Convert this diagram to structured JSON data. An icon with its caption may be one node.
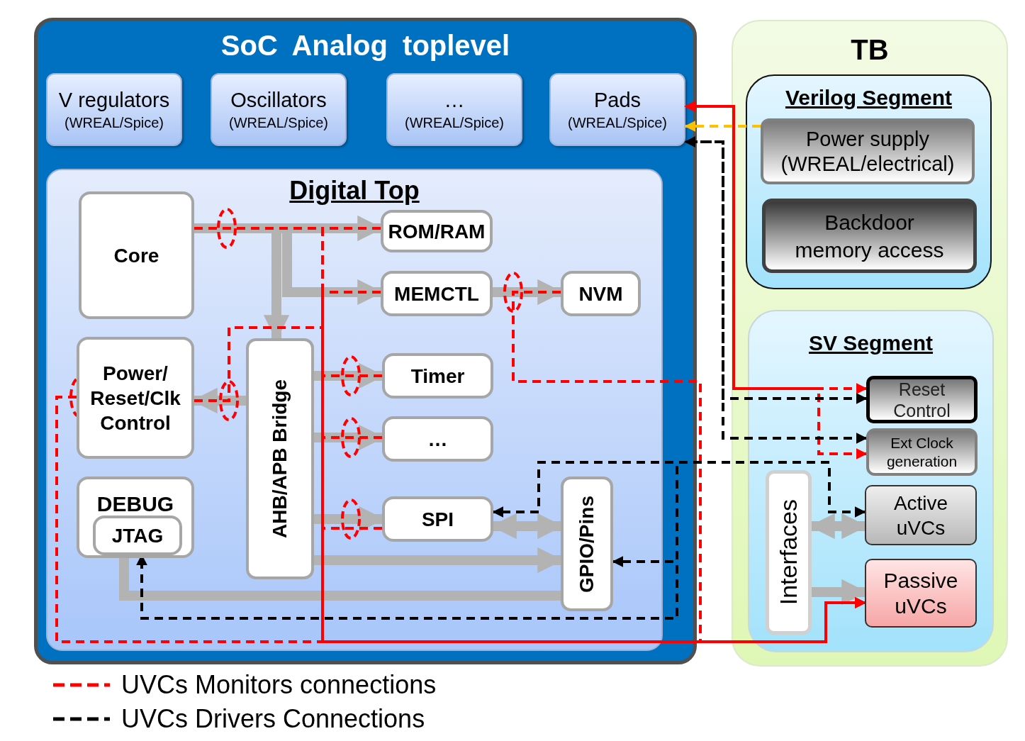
{
  "diagram": {
    "nodes": [
      {
        "text": [
          "SoC Analog toplevel"
        ]
      },
      {
        "text": [
          "V regulators",
          "(WREAL/Spice)"
        ],
        "in": 0
      },
      {
        "text": [
          "Oscillators",
          "(WREAL/Spice)"
        ],
        "in": 0
      },
      {
        "text": [
          "…",
          "(WREAL/Spice)"
        ],
        "in": 0
      },
      {
        "text": [
          "Pads",
          "(WREAL/Spice)"
        ],
        "in": 0
      },
      {
        "text": [
          "Digital Top"
        ],
        "in": 0
      },
      {
        "text": [
          "Core"
        ],
        "in": 5
      },
      {
        "text": [
          "ROM/RAM"
        ],
        "in": 5
      },
      {
        "text": [
          "MEMCTL"
        ],
        "in": 5
      },
      {
        "text": [
          "NVM"
        ],
        "in": 5
      },
      {
        "text": [
          "Power/ Reset/Clk Control"
        ],
        "in": 5
      },
      {
        "text": [
          "AHB/APB Bridge"
        ],
        "in": 5
      },
      {
        "text": [
          "Timer"
        ],
        "in": 5
      },
      {
        "text": [
          "…"
        ],
        "in": 5
      },
      {
        "text": [
          "SPI"
        ],
        "in": 5
      },
      {
        "text": [
          "GPIO/Pins"
        ],
        "in": 5
      },
      {
        "text": [
          "DEBUG"
        ],
        "in": 5
      },
      {
        "text": [
          "JTAG"
        ],
        "in": 16
      },
      {
        "text": [
          "TB"
        ]
      },
      {
        "text": [
          "Verilog Segment"
        ],
        "in": 18
      },
      {
        "text": [
          "Power supply (WREAL/electrical)"
        ],
        "in": 19
      },
      {
        "text": [
          "Backdoor memory access"
        ],
        "in": 19
      },
      {
        "text": [
          "SV Segment"
        ],
        "in": 18
      },
      {
        "text": [
          "Reset Control"
        ],
        "in": 22
      },
      {
        "text": [
          "Ext Clock generation"
        ],
        "in": 22
      },
      {
        "text": [
          "Interfaces"
        ],
        "in": 22
      },
      {
        "text": [
          "Active uVCs"
        ],
        "in": 22
      },
      {
        "text": [
          "Passive uVCs"
        ],
        "in": 22
      }
    ],
    "edges": [
      {
        "from": 6,
        "to": 7,
        "arrow": "to",
        "style": "thick"
      },
      {
        "from": 6,
        "to": 8,
        "arrow": "to",
        "style": "thick"
      },
      {
        "from": 6,
        "to": 11,
        "arrow": "to",
        "style": "thick"
      },
      {
        "from": 8,
        "to": 9,
        "arrow": "to",
        "style": "thick"
      },
      {
        "from": 11,
        "to": 10,
        "arrow": "to",
        "style": "thick"
      },
      {
        "from": 11,
        "to": 12,
        "arrow": "to",
        "style": "thick"
      },
      {
        "from": 11,
        "to": 13,
        "arrow": "to",
        "style": "thick"
      },
      {
        "from": 11,
        "to": 14,
        "arrow": "to",
        "style": "thick"
      },
      {
        "from": 14,
        "to": 15,
        "arrow": "both",
        "style": "thick"
      },
      {
        "from": 11,
        "to": 15,
        "arrow": "to",
        "style": "thick"
      },
      {
        "from": 15,
        "to": 17,
        "arrow": "none",
        "style": "thick"
      },
      {
        "from": 25,
        "to": 26,
        "arrow": "both",
        "style": "thick"
      },
      {
        "from": 25,
        "to": 27,
        "arrow": "to",
        "style": "thick"
      },
      {
        "from": 6,
        "to": 27,
        "arrow": "to",
        "style": "dashed",
        "color": "#ff0000"
      },
      {
        "from": 7,
        "to": 27,
        "arrow": "to",
        "style": "dashed",
        "color": "#ff0000"
      },
      {
        "from": 8,
        "to": 27,
        "arrow": "to",
        "style": "dashed",
        "color": "#ff0000"
      },
      {
        "from": 12,
        "to": 27,
        "arrow": "to",
        "style": "dashed",
        "color": "#ff0000"
      },
      {
        "from": 13,
        "to": 27,
        "arrow": "to",
        "style": "dashed",
        "color": "#ff0000"
      },
      {
        "from": 14,
        "to": 27,
        "arrow": "to",
        "style": "dashed",
        "color": "#ff0000"
      },
      {
        "from": 10,
        "to": 27,
        "arrow": "to",
        "style": "dashed",
        "color": "#ff0000"
      },
      {
        "from": 10,
        "to": 27,
        "arrow": "to",
        "style": "dashed",
        "color": "#ff0000"
      },
      {
        "from": 9,
        "to": 27,
        "arrow": "to",
        "style": "dashed",
        "color": "#ff0000"
      },
      {
        "from": 26,
        "to": 14,
        "arrow": "both",
        "style": "dashed",
        "color": "#000000"
      },
      {
        "from": 26,
        "to": 15,
        "arrow": "to",
        "style": "dashed",
        "color": "#000000"
      },
      {
        "from": 26,
        "to": 17,
        "arrow": "to",
        "style": "dashed",
        "color": "#000000"
      },
      {
        "from": 23,
        "to": 4,
        "arrow": "both",
        "style": "dashed",
        "color": "#ff0000"
      },
      {
        "from": 24,
        "to": 4,
        "arrow": "both",
        "style": "dashed",
        "color": "#ff0000"
      },
      {
        "from": 20,
        "to": 4,
        "arrow": "to",
        "style": "dashed",
        "color": "#ffc000"
      },
      {
        "from": 23,
        "to": 4,
        "arrow": "both",
        "style": "dashed",
        "color": "#000000"
      },
      {
        "from": 24,
        "to": 4,
        "arrow": "both",
        "style": "dashed",
        "color": "#000000"
      }
    ],
    "legend": [
      {
        "text": "UVCs Monitors connections"
      },
      {
        "text": "UVCs Drivers Connections"
      }
    ]
  }
}
